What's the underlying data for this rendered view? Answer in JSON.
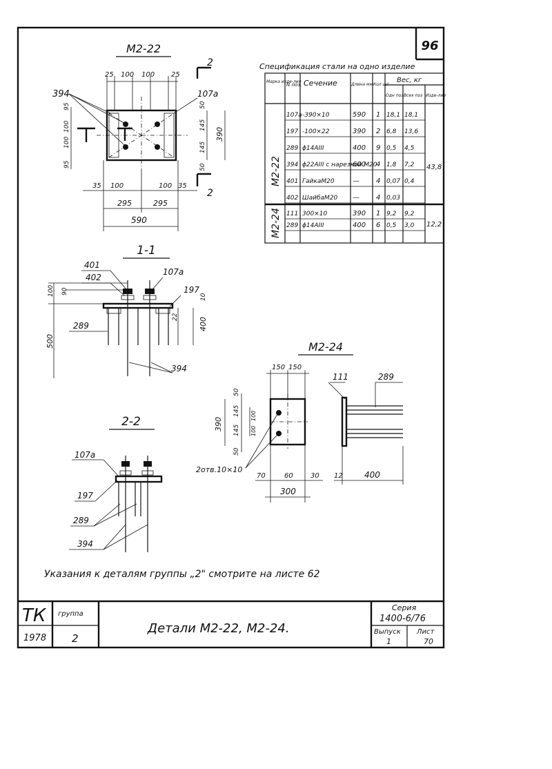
{
  "sheet": {
    "page_number": "96",
    "note": "Указания к деталям группы „2\" смотрите на листе 62"
  },
  "drawings": {
    "m2_22": {
      "title": "М2-22",
      "section_mark": "2",
      "dims_top": [
        "25",
        "100",
        "100",
        "25"
      ],
      "dims_left": [
        "95",
        "100",
        "100",
        "95"
      ],
      "dims_right": [
        "50",
        "145",
        "145",
        "50"
      ],
      "dim_height": "390",
      "dims_bottom_small": [
        "35",
        "100",
        "100",
        "35"
      ],
      "dims_bottom_mid": [
        "295",
        "295"
      ],
      "dim_total": "590",
      "callout_394": "394",
      "callout_107a": "107а"
    },
    "section_1_1": {
      "title": "1-1",
      "labels": [
        "401",
        "402",
        "107а",
        "197",
        "289",
        "394"
      ],
      "dims": [
        "100",
        "90",
        "500",
        "22",
        "400",
        "10"
      ]
    },
    "section_2_2": {
      "title": "2-2",
      "labels": [
        "107а",
        "197",
        "289",
        "394"
      ]
    },
    "m2_24": {
      "title": "М2-24",
      "dims_top": [
        "150",
        "150"
      ],
      "dims_left": [
        "50",
        "145",
        "145",
        "50"
      ],
      "dims_inner": [
        "100",
        "100"
      ],
      "dim_height": "390",
      "holes": "2отв.10×10",
      "dims_bottom": [
        "70",
        "60",
        "30"
      ],
      "dim_width": "300",
      "labels": [
        "111",
        "289"
      ],
      "side_dims": [
        "12",
        "400"
      ]
    }
  },
  "spec_table": {
    "caption": "Спецификация стали на одно изделие",
    "headers": {
      "mark": "Марка изде-лия",
      "pos": "N поз.",
      "section": "Сечение",
      "length": "Длина мм",
      "qty": "Кол шт",
      "weight": "Вес, кг",
      "w_one": "Одн поз",
      "w_all": "Всех поз",
      "w_item": "Изде-лия"
    },
    "groups": [
      {
        "mark": "М2-22",
        "item_weight": "43,8",
        "rows": [
          {
            "pos": "107а",
            "section": "-390×10",
            "length": "590",
            "qty": "1",
            "w_one": "18,1",
            "w_all": "18,1"
          },
          {
            "pos": "197",
            "section": "-100×22",
            "length": "390",
            "qty": "2",
            "w_one": "6,8",
            "w_all": "13,6"
          },
          {
            "pos": "289",
            "section": "ϕ14АIII",
            "length": "400",
            "qty": "9",
            "w_one": "0,5",
            "w_all": "4,5"
          },
          {
            "pos": "394",
            "section": "ϕ22АIII с нарезкой М20",
            "length": "600",
            "qty": "4",
            "w_one": "1,8",
            "w_all": "7,2"
          },
          {
            "pos": "401",
            "section": "ГайкаМ20",
            "length": "—",
            "qty": "4",
            "w_one": "0,07",
            "w_all": "0,4"
          },
          {
            "pos": "402",
            "section": "ШайбаМ20",
            "length": "—",
            "qty": "4",
            "w_one": "0,03",
            "w_all": ""
          }
        ]
      },
      {
        "mark": "М2-24",
        "item_weight": "12,2",
        "rows": [
          {
            "pos": "111",
            "section": "300×10",
            "length": "390",
            "qty": "1",
            "w_one": "9,2",
            "w_all": "9,2"
          },
          {
            "pos": "289",
            "section": "ϕ14АIII",
            "length": "400",
            "qty": "6",
            "w_one": "0,5",
            "w_all": "3,0"
          }
        ]
      }
    ]
  },
  "title_block": {
    "org": "ТК",
    "year": "1978",
    "group_label": "группа",
    "group_value": "2",
    "name": "Детали М2-22, М2-24.",
    "series_label": "Серия",
    "series_value": "1400-6/76",
    "issue_label": "Выпуск",
    "issue_value": "1",
    "sheet_label": "Лист",
    "sheet_value": "70"
  }
}
